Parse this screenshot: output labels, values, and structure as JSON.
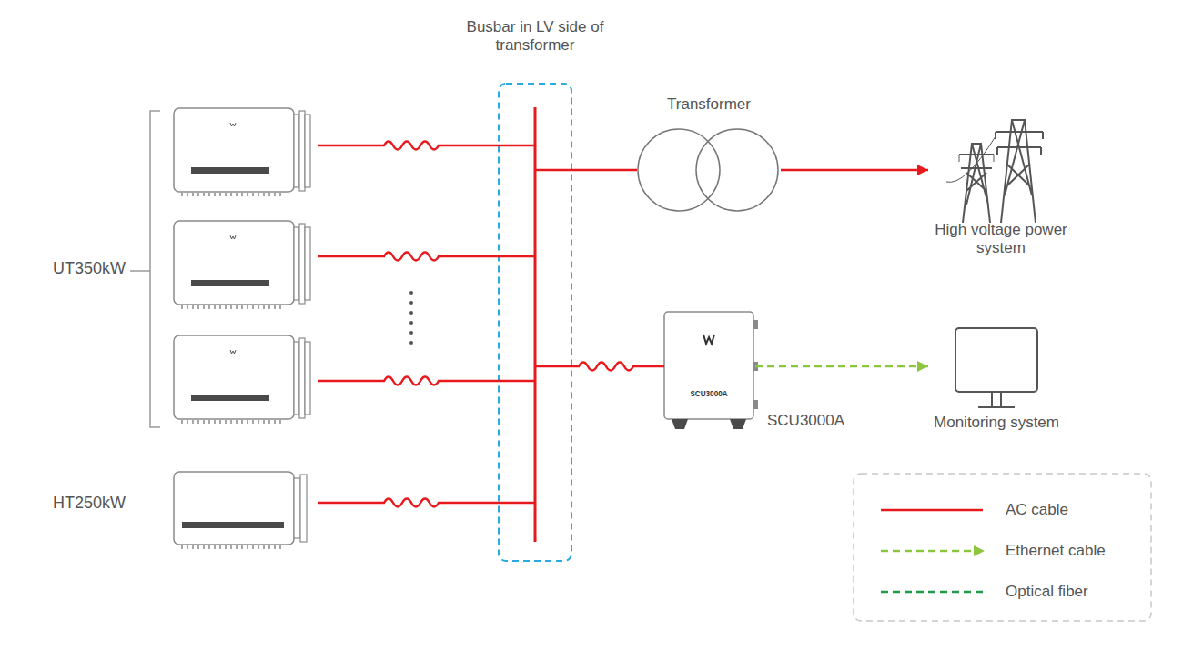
{
  "diagram": {
    "nodes": [
      {
        "text": [
          "UT350kW"
        ]
      },
      {
        "text": [
          "HT250kW"
        ]
      },
      {
        "text": [
          "Busbar in LV side of transformer"
        ]
      },
      {
        "text": [
          "Transformer"
        ]
      },
      {
        "text": [
          "High voltage power system"
        ]
      },
      {
        "text": [
          "SCU3000A",
          "SCU3000A"
        ]
      },
      {
        "text": [
          "Monitoring system"
        ]
      }
    ],
    "edges": [
      {
        "from": 0,
        "to": 2,
        "arrow": "none"
      },
      {
        "from": 0,
        "to": 2,
        "arrow": "none"
      },
      {
        "from": 0,
        "to": 2,
        "arrow": "none"
      },
      {
        "from": 1,
        "to": 2,
        "arrow": "none"
      },
      {
        "from": 2,
        "to": 3,
        "arrow": "none"
      },
      {
        "from": 3,
        "to": 4,
        "arrow": "to"
      },
      {
        "from": 2,
        "to": 5,
        "arrow": "none"
      },
      {
        "from": 5,
        "to": 6,
        "arrow": "to"
      }
    ],
    "legend": [
      {
        "text": "AC cable"
      },
      {
        "text": "Ethernet cable"
      },
      {
        "text": "Optical fiber"
      }
    ]
  }
}
